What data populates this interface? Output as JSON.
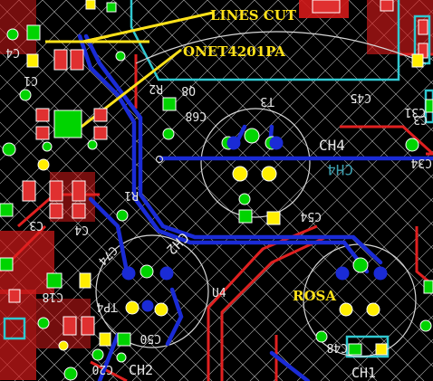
{
  "annotations": {
    "lines_cut": "LINES CUT",
    "onet": "ONET4201PA",
    "rosa": "ROSA"
  },
  "silkscreen": {
    "c3": "C3",
    "c4_top": "C4",
    "c4_mid": "C4",
    "c1": "C1",
    "r2": "R2",
    "r1": "R1",
    "c68": "C68",
    "q8": "Q8",
    "t3": "T3",
    "ch4": "CH4",
    "ch4_mirror": "CH4",
    "c45": "C45",
    "c31": "C31",
    "c34": "C34",
    "c54": "C54",
    "c74": "C74",
    "ch2": "CH2",
    "u4": "U4",
    "c18": "C18",
    "tp4": "TP4",
    "c50": "C50",
    "c20": "C20",
    "ch2_bottom": "CH2",
    "c48": "C48",
    "ch1": "CH1",
    "c3_right": "C3"
  },
  "colors": {
    "background": "#000000",
    "copper_red": "#e02020",
    "trace_blue": "#1a2bd6",
    "pad_green": "#00d400",
    "pad_yellow": "#ffee00",
    "silk_white": "#e8e8e8",
    "cyan_outline": "#30c8d0",
    "annotation_yellow": "#ffe21a"
  }
}
